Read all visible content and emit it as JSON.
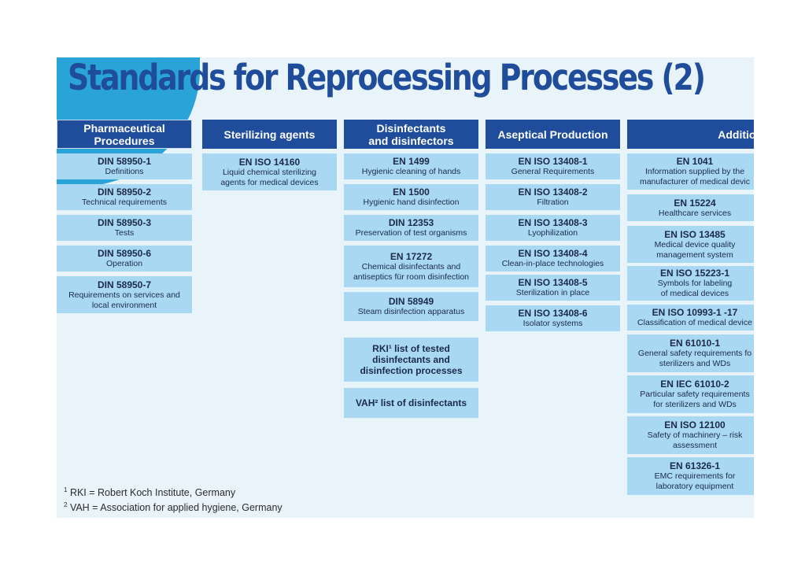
{
  "title": "Standards for Reprocessing Processes (2)",
  "columns": [
    {
      "header": "Pharmaceutical\nProcedures",
      "items": [
        {
          "code": "DIN 58950-1",
          "desc": "Definitions"
        },
        {
          "code": "DIN 58950-2",
          "desc": "Technical requirements"
        },
        {
          "code": "DIN 58950-3",
          "desc": "Tests"
        },
        {
          "code": "DIN 58950-6",
          "desc": "Operation"
        },
        {
          "code": "DIN 58950-7",
          "desc": "Requirements on services and\nlocal environment"
        }
      ]
    },
    {
      "header": "Sterilizing agents",
      "items": [
        {
          "code": "EN ISO 14160",
          "desc": "Liquid chemical sterilizing\nagents for medical devices"
        }
      ]
    },
    {
      "header": "Disinfectants\nand disinfectors",
      "items": [
        {
          "code": "EN 1499",
          "desc": "Hygienic cleaning of hands"
        },
        {
          "code": "EN 1500",
          "desc": "Hygienic hand disinfection"
        },
        {
          "code": "DIN 12353",
          "desc": "Preservation of test organisms"
        },
        {
          "code": "EN 17272",
          "desc": "Chemical disinfectants and\nantiseptics für room disinfection"
        },
        {
          "code": "DIN 58949",
          "desc": "Steam disinfection apparatus"
        },
        {
          "code": "RKI¹ list of tested\ndisinfectants and\ndisinfection processes",
          "desc": ""
        },
        {
          "code": "VAH² list of disinfectants",
          "desc": ""
        }
      ]
    },
    {
      "header": "Aseptical Production",
      "items": [
        {
          "code": "EN ISO 13408-1",
          "desc": "General Requirements"
        },
        {
          "code": "EN ISO 13408-2",
          "desc": "Filtration"
        },
        {
          "code": "EN ISO 13408-3",
          "desc": "Lyophilization"
        },
        {
          "code": "EN ISO 13408-4",
          "desc": "Clean-in-place technologies"
        },
        {
          "code": "EN ISO 13408-5",
          "desc": "Sterilization in place"
        },
        {
          "code": "EN ISO 13408-6",
          "desc": "Isolator systems"
        }
      ]
    },
    {
      "header": "Addition",
      "items": [
        {
          "code": "EN 1041",
          "desc": "Information supplied by the\nmanufacturer of medical devic"
        },
        {
          "code": "EN 15224",
          "desc": "Healthcare services"
        },
        {
          "code": "EN ISO 13485",
          "desc": "Medical device quality\nmanagement system"
        },
        {
          "code": "EN ISO 15223-1",
          "desc": "Symbols for labeling\nof medical devices"
        },
        {
          "code": "EN ISO 10993-1 -17",
          "desc": "Classification of medical device"
        },
        {
          "code": "EN 61010-1",
          "desc": "General safety requirements fo\nsterilizers and WDs"
        },
        {
          "code": "EN IEC 61010-2",
          "desc": "Particular safety requirements\nfor sterilizers and WDs"
        },
        {
          "code": "EN ISO 12100",
          "desc": "Safety of machinery – risk\nassessment"
        },
        {
          "code": "EN 61326-1",
          "desc": "EMC requirements for\nlaboratory equipment"
        }
      ]
    }
  ],
  "footnotes": {
    "note1": "RKI = Robert Koch Institute, Germany",
    "note1_mark": "1",
    "note2": "VAH = Association for applied hygiene, Germany",
    "note2_mark": "2"
  }
}
